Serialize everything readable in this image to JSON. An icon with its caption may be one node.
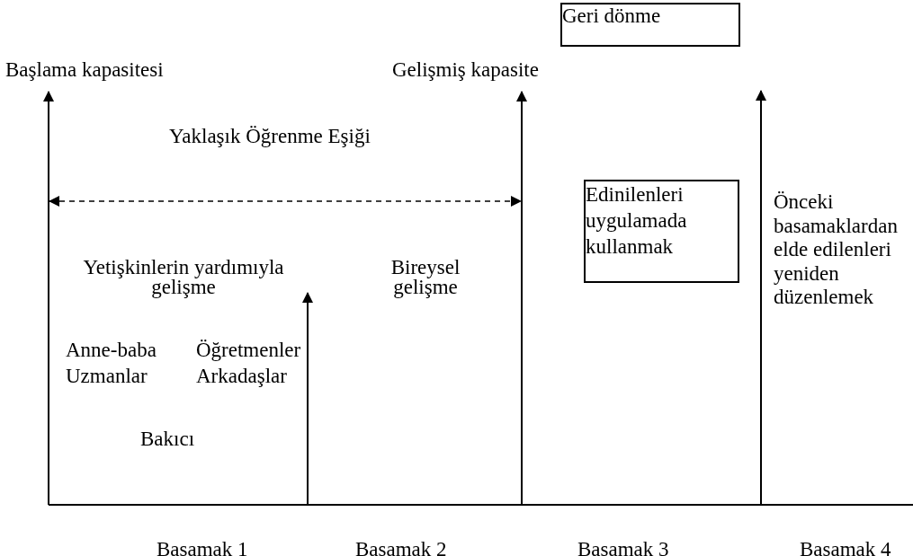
{
  "diagram": {
    "nodes": [
      {
        "text": [
          "Geri dönme"
        ]
      },
      {
        "text": [
          "Başlama kapasitesi"
        ]
      },
      {
        "text": [
          "Gelişmiş kapasite"
        ]
      },
      {
        "text": [
          "Edinilenleri uygulamada kullanmak"
        ]
      }
    ],
    "edges": [
      {
        "from": null,
        "to": 1,
        "arrow": "to"
      },
      {
        "from": null,
        "to": 2,
        "arrow": "to"
      }
    ],
    "labels": [
      "Yaklaşık Öğrenme Eşiği",
      "Yetişkinlerin yardımıyla gelişme",
      "Bireysel gelişme",
      "Önceki basamaklardan elde edilenleri yeniden düzenlemek",
      "Anne-baba",
      "Öğretmenler",
      "Uzmanlar",
      "Arkadaşlar",
      "Bakıcı",
      "Basamak 1",
      "Basamak 2",
      "Basamak 3",
      "Basamak 4"
    ]
  }
}
